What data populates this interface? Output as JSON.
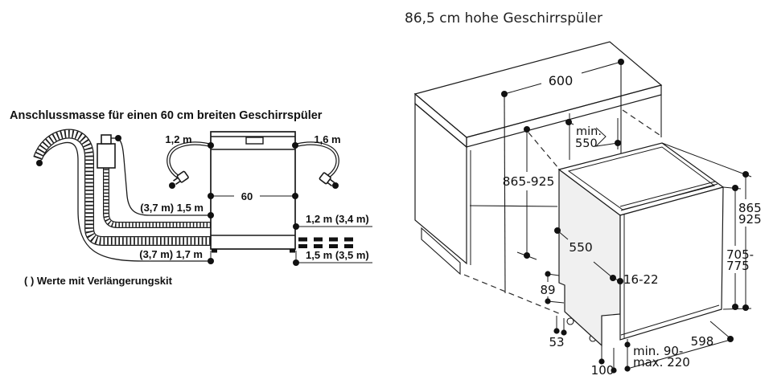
{
  "left": {
    "title": "Anschlussmasse für einen 60 cm breiten Geschirrspüler",
    "footnote": "( ) Werte mit Verlängerungskit",
    "labels": {
      "cord_left": "1,2 m",
      "cord_right": "1,6 m",
      "width": "60",
      "supply_hose": "(3,7 m) 1,5 m",
      "drain_hose": "(3,7 m) 1,7 m",
      "outlet_top": "1,2 m (3,4 m)",
      "outlet_bottom": "1,5 m (3,5 m)"
    }
  },
  "right": {
    "title": "86,5 cm hohe Geschirrspüler",
    "labels": {
      "niche_width": "600",
      "niche_depth_line1": "min.",
      "niche_depth_line2": "550",
      "niche_height": "865-925",
      "appliance_depth": "550",
      "door_thickness": "16-22",
      "rear_recess": "89",
      "rear_foot": "53",
      "front_clearance": "100",
      "kick_line1": "min. 90-",
      "kick_line2": "max. 220",
      "appliance_width": "598",
      "total_height_line1": "865",
      "total_height_line2": "925",
      "door_height_line1": "705-",
      "door_height_line2": "775"
    }
  },
  "colors": {
    "line": "#1a1a1a",
    "side_panel_fill": "#f0f0f0",
    "background": "#ffffff"
  }
}
